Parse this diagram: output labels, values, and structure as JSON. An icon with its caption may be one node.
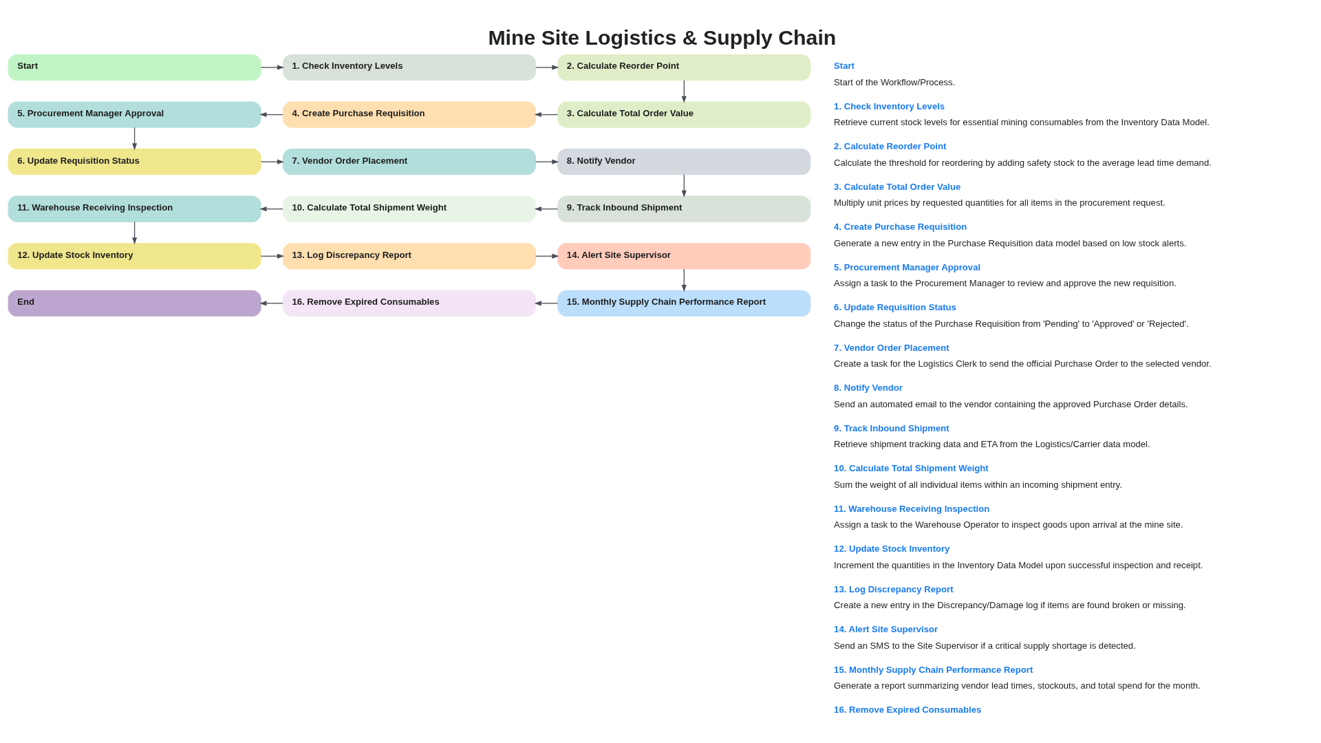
{
  "diagram": {
    "title": "Mine Site Logistics & Supply Chain",
    "nodes": [
      {
        "text": [
          "Start"
        ]
      },
      {
        "text": [
          "1. Check Inventory Levels"
        ]
      },
      {
        "text": [
          "2. Calculate Reorder Point"
        ]
      },
      {
        "text": [
          "3. Calculate Total Order Value"
        ]
      },
      {
        "text": [
          "4. Create Purchase Requisition"
        ]
      },
      {
        "text": [
          "5. Procurement Manager Approval"
        ]
      },
      {
        "text": [
          "6. Update Requisition Status"
        ]
      },
      {
        "text": [
          "7. Vendor Order Placement"
        ]
      },
      {
        "text": [
          "8. Notify Vendor"
        ]
      },
      {
        "text": [
          "9. Track Inbound Shipment"
        ]
      },
      {
        "text": [
          "10. Calculate Total Shipment Weight"
        ]
      },
      {
        "text": [
          "11. Warehouse Receiving Inspection"
        ]
      },
      {
        "text": [
          "12. Update Stock Inventory"
        ]
      },
      {
        "text": [
          "13. Log Discrepancy Report"
        ]
      },
      {
        "text": [
          "14. Alert Site Supervisor"
        ]
      },
      {
        "text": [
          "15. Monthly Supply Chain Performance Report"
        ]
      },
      {
        "text": [
          "16. Remove Expired Consumables"
        ]
      },
      {
        "text": [
          "End"
        ]
      }
    ],
    "edges": [
      {
        "from": 0,
        "to": 1,
        "arrow": "to"
      },
      {
        "from": 1,
        "to": 2,
        "arrow": "to"
      },
      {
        "from": 2,
        "to": 3,
        "arrow": "to"
      },
      {
        "from": 3,
        "to": 4,
        "arrow": "to"
      },
      {
        "from": 4,
        "to": 5,
        "arrow": "to"
      },
      {
        "from": 5,
        "to": 6,
        "arrow": "to"
      },
      {
        "from": 6,
        "to": 7,
        "arrow": "to"
      },
      {
        "from": 7,
        "to": 8,
        "arrow": "to"
      },
      {
        "from": 8,
        "to": 9,
        "arrow": "to"
      },
      {
        "from": 9,
        "to": 10,
        "arrow": "to"
      },
      {
        "from": 10,
        "to": 11,
        "arrow": "to"
      },
      {
        "from": 11,
        "to": 12,
        "arrow": "to"
      },
      {
        "from": 12,
        "to": 13,
        "arrow": "to"
      },
      {
        "from": 13,
        "to": 14,
        "arrow": "to"
      },
      {
        "from": 14,
        "to": 15,
        "arrow": "to"
      },
      {
        "from": 15,
        "to": 16,
        "arrow": "to"
      },
      {
        "from": 16,
        "to": 17,
        "arrow": "to"
      }
    ],
    "labels": [
      "Start",
      "Start of the Workflow/Process.",
      "1. Check Inventory Levels",
      "Retrieve current stock levels for essential mining consumables from the Inventory Data Model.",
      "2. Calculate Reorder Point",
      "Calculate the threshold for reordering by adding safety stock to the average lead time demand.",
      "3. Calculate Total Order Value",
      "Multiply unit prices by requested quantities for all items in the procurement request.",
      "4. Create Purchase Requisition",
      "Generate a new entry in the Purchase Requisition data model based on low stock alerts.",
      "5. Procurement Manager Approval",
      "Assign a task to the Procurement Manager to review and approve the new requisition.",
      "6. Update Requisition Status",
      "Change the status of the Purchase Requisition from 'Pending' to 'Approved' or 'Rejected'.",
      "7. Vendor Order Placement",
      "Create a task for the Logistics Clerk to send the official Purchase Order to the selected vendor.",
      "8. Notify Vendor",
      "Send an automated email to the vendor containing the approved Purchase Order details.",
      "9. Track Inbound Shipment",
      "Retrieve shipment tracking data and ETA from the Logistics/Carrier data model.",
      "10. Calculate Total Shipment Weight",
      "Sum the weight of all individual items within an incoming shipment entry.",
      "11. Warehouse Receiving Inspection",
      "Assign a task to the Warehouse Operator to inspect goods upon arrival at the mine site.",
      "12. Update Stock Inventory",
      "Increment the quantities in the Inventory Data Model upon successful inspection and receipt.",
      "13. Log Discrepancy Report",
      "Create a new entry in the Discrepancy/Damage log if items are found broken or missing.",
      "14. Alert Site Supervisor",
      "Send an SMS to the Site Supervisor if a critical supply shortage is detected.",
      "15. Monthly Supply Chain Performance Report",
      "Generate a report summarizing vendor lead times, stockouts, and total spend for the month.",
      "16. Remove Expired Consumables"
    ]
  }
}
